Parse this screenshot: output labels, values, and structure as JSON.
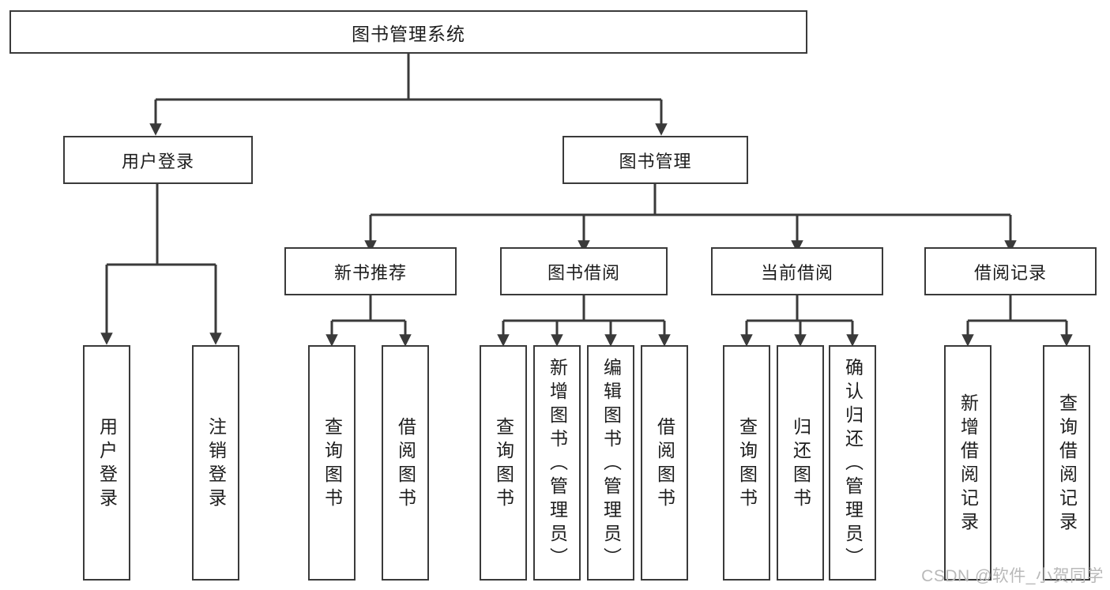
{
  "diagram": {
    "title": "图书管理系统",
    "type": "tree-hierarchy-chart",
    "colors": {
      "box_border": "#3a3a3a",
      "box_fill": "#ffffff",
      "connector": "#3a3a3a",
      "text": "#1d1d1d",
      "watermark": "#b9b9b9"
    },
    "root": {
      "label": "图书管理系统"
    },
    "level1": [
      {
        "label": "用户登录"
      },
      {
        "label": "图书管理"
      }
    ],
    "level2": [
      {
        "label": "新书推荐"
      },
      {
        "label": "图书借阅"
      },
      {
        "label": "当前借阅"
      },
      {
        "label": "借阅记录"
      }
    ],
    "leaves": {
      "user_login": [
        {
          "label": "用户登录"
        },
        {
          "label": "注销登录"
        }
      ],
      "new_book_recommend": [
        {
          "label": "查询图书"
        },
        {
          "label": "借阅图书"
        }
      ],
      "book_borrow": [
        {
          "label": "查询图书"
        },
        {
          "label": "新增图书（管理员）"
        },
        {
          "label": "编辑图书（管理员）"
        },
        {
          "label": "借阅图书"
        }
      ],
      "current_borrow": [
        {
          "label": "查询图书"
        },
        {
          "label": "归还图书"
        },
        {
          "label": "确认归还（管理员）"
        }
      ],
      "borrow_record": [
        {
          "label": "新增借阅记录"
        },
        {
          "label": "查询借阅记录"
        }
      ]
    }
  },
  "watermark": {
    "text": "CSDN @软件_小贺同学"
  }
}
